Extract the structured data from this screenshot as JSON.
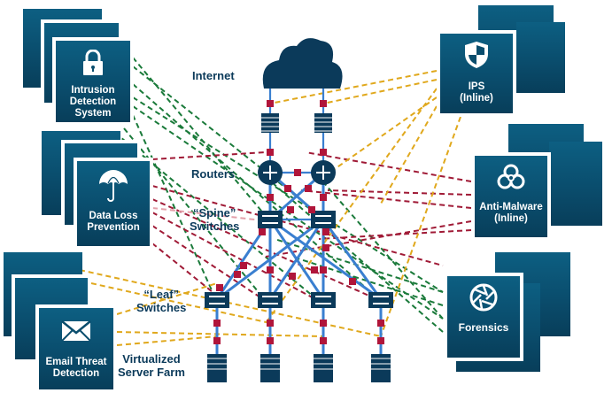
{
  "labels": {
    "internet": "Internet",
    "routers": "Routers",
    "spine": "“Spine”\nSwitches",
    "spine_l1": "“Spine”",
    "spine_l2": "Switches",
    "leaf_l1": "“Leaf”",
    "leaf_l2": "Switches",
    "farm_l1": "Virtualized",
    "farm_l2": "Server Farm"
  },
  "tools": {
    "ids": {
      "name": "Intrusion Detection System",
      "lines": [
        "Intrusion",
        "Detection",
        "System"
      ],
      "icon": "lock-icon",
      "link_color": "green"
    },
    "dlp": {
      "name": "Data Loss Prevention",
      "lines": [
        "Data Loss",
        "Prevention"
      ],
      "icon": "umbrella-icon",
      "link_color": "red"
    },
    "email": {
      "name": "Email Threat Detection",
      "lines": [
        "Email Threat",
        "Detection"
      ],
      "icon": "envelope-icon",
      "link_color": "yellow"
    },
    "ips": {
      "name": "IPS (Inline)",
      "lines": [
        "IPS",
        "(Inline)"
      ],
      "icon": "shield-icon",
      "link_color": "yellow"
    },
    "antimalware": {
      "name": "Anti-Malware (Inline)",
      "lines": [
        "Anti-Malware",
        "(Inline)"
      ],
      "icon": "biohazard-icon",
      "link_color": "red"
    },
    "forensics": {
      "name": "Forensics",
      "lines": [
        "Forensics"
      ],
      "icon": "aperture-icon",
      "link_color": "green"
    }
  },
  "colors": {
    "box": "#0a4d6d",
    "node": "#0b3a5a",
    "link": "#3a7fd0",
    "tap": "#b0153a",
    "green": "#1a7a3a",
    "red": "#a01a36",
    "yellow": "#e0a81c",
    "pink": "#e3a0aa"
  }
}
